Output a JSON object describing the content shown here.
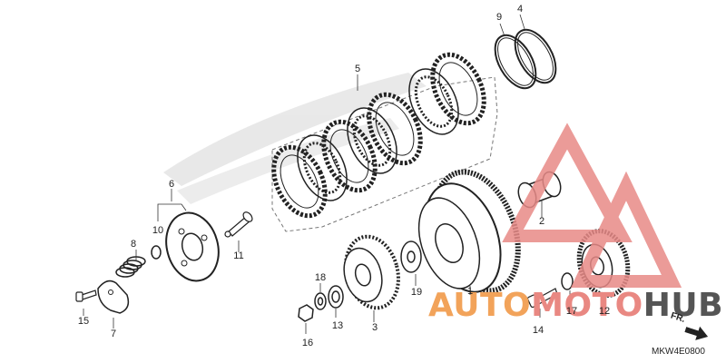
{
  "diagram": {
    "callouts": [
      "1",
      "2",
      "3",
      "4",
      "5",
      "6",
      "7",
      "8",
      "9",
      "10",
      "11",
      "12",
      "13",
      "14",
      "15",
      "16",
      "17",
      "18",
      "19"
    ],
    "direction_label": "FR.",
    "figure_code": "MKW4E0800"
  },
  "watermark": {
    "brand": "AUTOMOTOHUB",
    "colors": {
      "auto": "#f2a35a",
      "moto": "#e98882",
      "hub": "#555555",
      "triangle": "#e88a87"
    }
  }
}
